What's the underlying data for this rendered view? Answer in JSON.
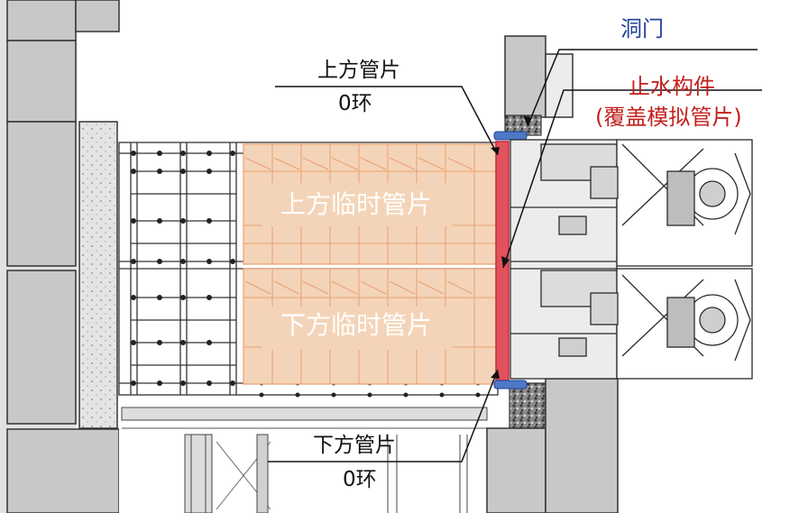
{
  "labels": {
    "upper_segment": "上方管片",
    "upper_ring": "0环",
    "lower_segment": "下方管片",
    "lower_ring": "0环",
    "upper_temp": "上方临时管片",
    "lower_temp": "下方临时管片",
    "tunnel_portal": "洞门",
    "seal_line1": "止水构件",
    "seal_line2": "(覆盖模拟管片)"
  },
  "colors": {
    "concrete": "#c8c8c8",
    "wall": "#e2e2e2",
    "temp_segment": "#f4d4b8",
    "temp_segment_line": "#e8a070",
    "seal": "#e2525c",
    "seal_outline": "#c0303a",
    "portal_seal": "#4e78c8",
    "tbm": "#ececec",
    "label_blue": "#24439a",
    "label_red": "#c2211e"
  },
  "icons": {
    "frame": "steel-frame-icon",
    "machine": "shield-machine-icon"
  }
}
